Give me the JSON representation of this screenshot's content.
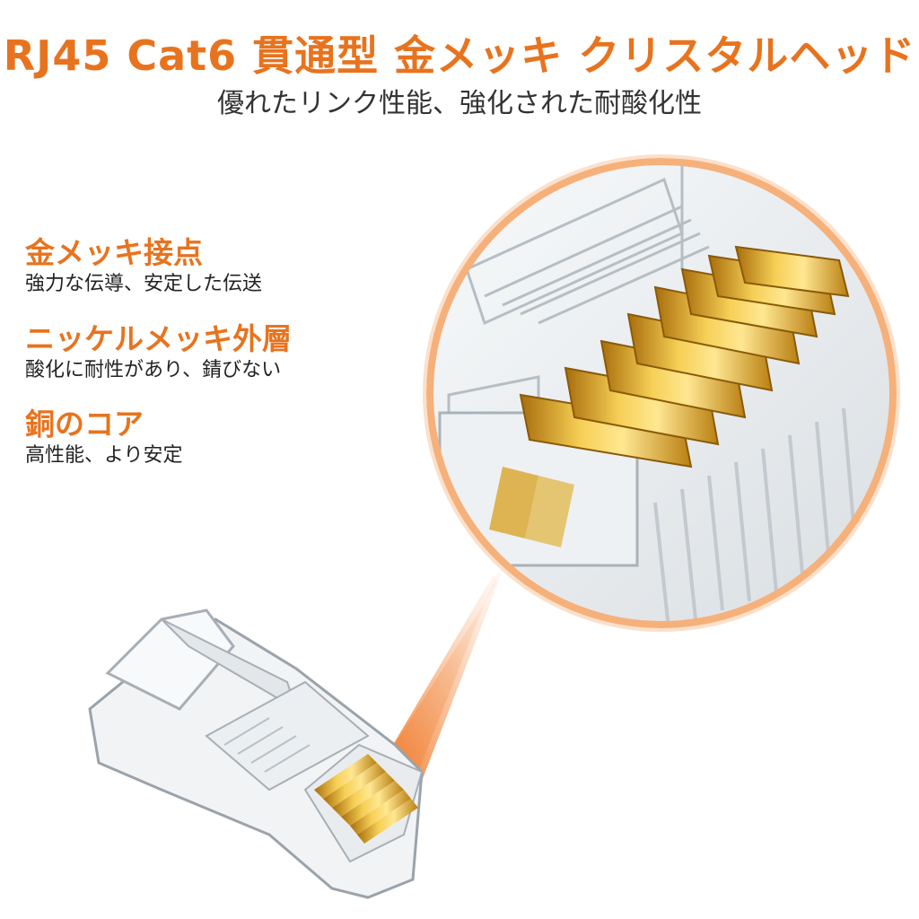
{
  "title": "RJ45 Cat6 貫通型 金メッキ クリスタルヘッド",
  "subtitle": "優れたリンク性能、強化された耐酸化性",
  "features": [
    {
      "heading": "金メッキ接点",
      "desc": "強力な伝導、安定した伝送"
    },
    {
      "heading": "ニッケルメッキ外層",
      "desc": "酸化に耐性があり、錆びない"
    },
    {
      "heading": "銅のコア",
      "desc": "高性能、より安定"
    }
  ],
  "colors": {
    "accent": "#e8731e",
    "gold": "#d9a21f",
    "text": "#222222"
  }
}
